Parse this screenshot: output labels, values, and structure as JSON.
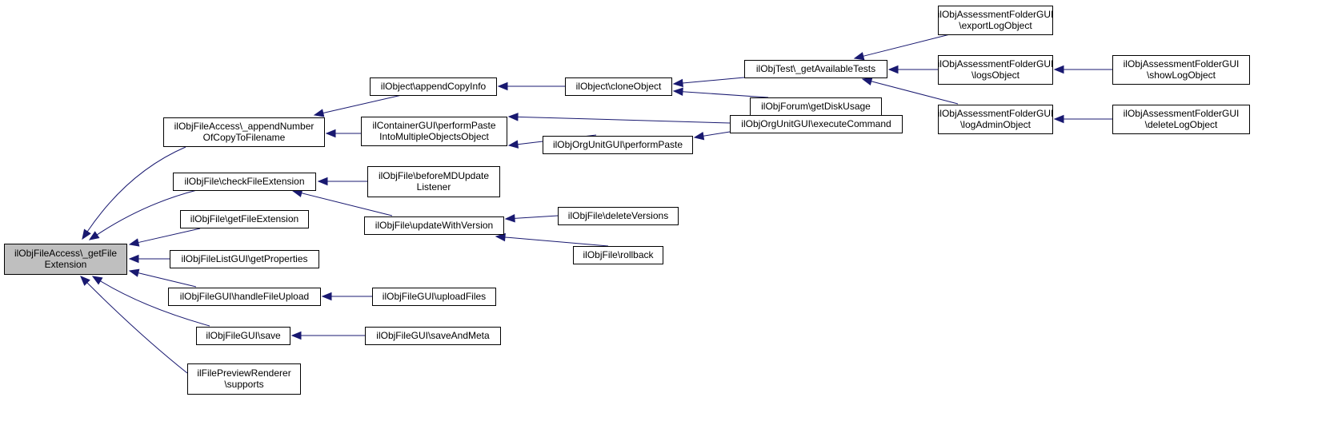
{
  "diagram": {
    "type": "call-graph",
    "root": "root",
    "edge_color": "#191970",
    "root_fill": "#bfbfbf",
    "nodes": [
      {
        "id": "root",
        "lines": [
          "ilObjFileAccess\\_getFile",
          "Extension"
        ]
      },
      {
        "id": "append_number",
        "lines": [
          "ilObjFileAccess\\_appendNumber",
          "OfCopyToFilename"
        ]
      },
      {
        "id": "check_file_extension",
        "lines": [
          "ilObjFile\\checkFileExtension"
        ]
      },
      {
        "id": "get_file_extension",
        "lines": [
          "ilObjFile\\getFileExtension"
        ]
      },
      {
        "id": "get_properties",
        "lines": [
          "ilObjFileListGUI\\getProperties"
        ]
      },
      {
        "id": "handle_file_upload",
        "lines": [
          "ilObjFileGUI\\handleFileUpload"
        ]
      },
      {
        "id": "save",
        "lines": [
          "ilObjFileGUI\\save"
        ]
      },
      {
        "id": "supports",
        "lines": [
          "ilFilePreviewRenderer",
          "\\supports"
        ]
      },
      {
        "id": "append_copy_info",
        "lines": [
          "ilObject\\appendCopyInfo"
        ]
      },
      {
        "id": "perform_paste_multiple",
        "lines": [
          "ilContainerGUI\\performPaste",
          "IntoMultipleObjectsObject"
        ]
      },
      {
        "id": "before_md_update",
        "lines": [
          "ilObjFile\\beforeMDUpdate",
          "Listener"
        ]
      },
      {
        "id": "update_with_version",
        "lines": [
          "ilObjFile\\updateWithVersion"
        ]
      },
      {
        "id": "upload_files",
        "lines": [
          "ilObjFileGUI\\uploadFiles"
        ]
      },
      {
        "id": "save_and_meta",
        "lines": [
          "ilObjFileGUI\\saveAndMeta"
        ]
      },
      {
        "id": "clone_object",
        "lines": [
          "ilObject\\cloneObject"
        ]
      },
      {
        "id": "org_perform_paste",
        "lines": [
          "ilObjOrgUnitGUI\\performPaste"
        ]
      },
      {
        "id": "delete_versions",
        "lines": [
          "ilObjFile\\deleteVersions"
        ]
      },
      {
        "id": "rollback",
        "lines": [
          "ilObjFile\\rollback"
        ]
      },
      {
        "id": "get_available_tests",
        "lines": [
          "ilObjTest\\_getAvailableTests"
        ]
      },
      {
        "id": "get_disk_usage",
        "lines": [
          "ilObjForum\\getDiskUsage"
        ]
      },
      {
        "id": "execute_command",
        "lines": [
          "ilObjOrgUnitGUI\\executeCommand"
        ]
      },
      {
        "id": "export_log_object",
        "lines": [
          "ilObjAssessmentFolderGUI",
          "\\exportLogObject"
        ]
      },
      {
        "id": "logs_object",
        "lines": [
          "ilObjAssessmentFolderGUI",
          "\\logsObject"
        ]
      },
      {
        "id": "log_admin_object",
        "lines": [
          "ilObjAssessmentFolderGUI",
          "\\logAdminObject"
        ]
      },
      {
        "id": "show_log_object",
        "lines": [
          "ilObjAssessmentFolderGUI",
          "\\showLogObject"
        ]
      },
      {
        "id": "delete_log_object",
        "lines": [
          "ilObjAssessmentFolderGUI",
          "\\deleteLogObject"
        ]
      }
    ],
    "edges": [
      {
        "from": "append_number",
        "to": "root"
      },
      {
        "from": "check_file_extension",
        "to": "root"
      },
      {
        "from": "get_file_extension",
        "to": "root"
      },
      {
        "from": "get_properties",
        "to": "root"
      },
      {
        "from": "handle_file_upload",
        "to": "root"
      },
      {
        "from": "save",
        "to": "root"
      },
      {
        "from": "supports",
        "to": "root"
      },
      {
        "from": "append_copy_info",
        "to": "append_number"
      },
      {
        "from": "perform_paste_multiple",
        "to": "append_number"
      },
      {
        "from": "before_md_update",
        "to": "check_file_extension"
      },
      {
        "from": "update_with_version",
        "to": "check_file_extension"
      },
      {
        "from": "upload_files",
        "to": "handle_file_upload"
      },
      {
        "from": "save_and_meta",
        "to": "save"
      },
      {
        "from": "clone_object",
        "to": "append_copy_info"
      },
      {
        "from": "execute_command",
        "to": "perform_paste_multiple"
      },
      {
        "from": "org_perform_paste",
        "to": "perform_paste_multiple"
      },
      {
        "from": "delete_versions",
        "to": "update_with_version"
      },
      {
        "from": "rollback",
        "to": "update_with_version"
      },
      {
        "from": "get_available_tests",
        "to": "clone_object"
      },
      {
        "from": "get_disk_usage",
        "to": "clone_object"
      },
      {
        "from": "execute_command",
        "to": "org_perform_paste"
      },
      {
        "from": "export_log_object",
        "to": "get_available_tests"
      },
      {
        "from": "logs_object",
        "to": "get_available_tests"
      },
      {
        "from": "log_admin_object",
        "to": "get_available_tests"
      },
      {
        "from": "show_log_object",
        "to": "logs_object"
      },
      {
        "from": "delete_log_object",
        "to": "log_admin_object"
      }
    ]
  }
}
